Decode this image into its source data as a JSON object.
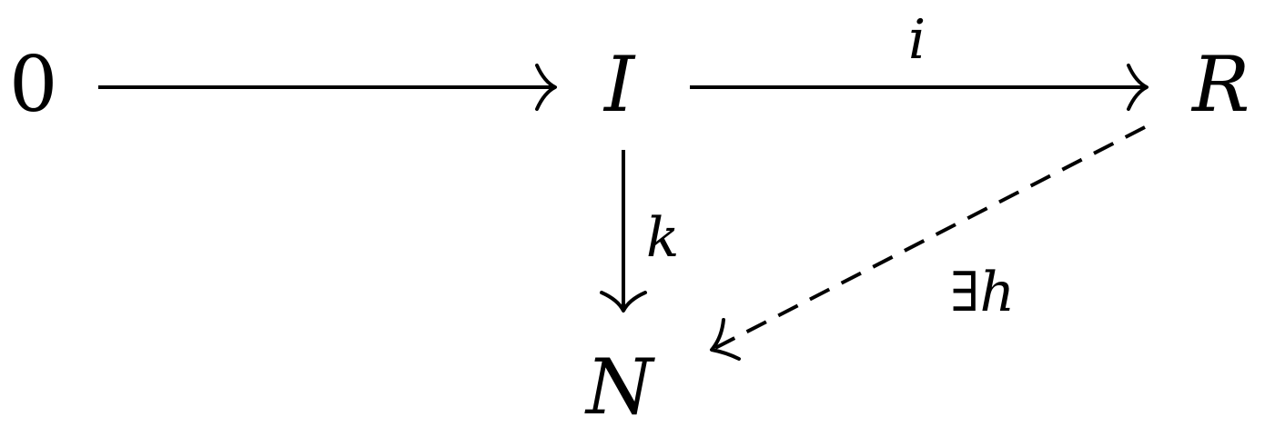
{
  "nodes": {
    "zero": "0",
    "ideal": "I",
    "ring": "R",
    "module": "N"
  },
  "edges": {
    "zero_to_ideal": {
      "label": "",
      "style": "solid"
    },
    "ideal_to_ring": {
      "label": "i",
      "style": "solid"
    },
    "ideal_to_module": {
      "label": "k",
      "style": "solid"
    },
    "ring_to_module": {
      "label": "∃h",
      "style": "dashed"
    }
  },
  "colors": {
    "ink": "#000000",
    "background": "#ffffff"
  }
}
